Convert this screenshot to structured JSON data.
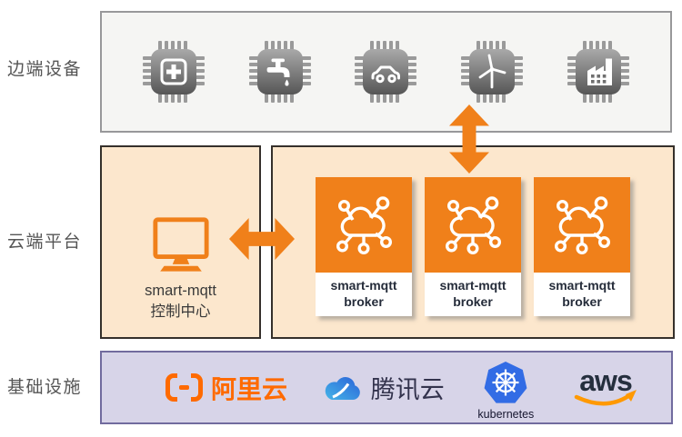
{
  "layers": [
    {
      "id": "edge",
      "label": "边端设备"
    },
    {
      "id": "cloud",
      "label": "云端平台"
    },
    {
      "id": "infra",
      "label": "基础设施"
    }
  ],
  "edge": {
    "devices": [
      {
        "icon": "medical-chip-icon"
      },
      {
        "icon": "water-chip-icon"
      },
      {
        "icon": "car-chip-icon"
      },
      {
        "icon": "wind-turbine-chip-icon"
      },
      {
        "icon": "factory-chip-icon"
      }
    ]
  },
  "cloud": {
    "control_center": {
      "icon": "monitor-icon",
      "line1": "smart-mqtt",
      "line2": "控制中心"
    },
    "brokers": [
      {
        "icon": "cloud-network-icon",
        "line1": "smart-mqtt",
        "line2": "broker"
      },
      {
        "icon": "cloud-network-icon",
        "line1": "smart-mqtt",
        "line2": "broker"
      },
      {
        "icon": "cloud-network-icon",
        "line1": "smart-mqtt",
        "line2": "broker"
      }
    ]
  },
  "infra": {
    "providers": [
      {
        "name": "阿里云",
        "icon": "alibaba-cloud-logo"
      },
      {
        "name": "腾讯云",
        "icon": "tencent-cloud-logo"
      },
      {
        "name": "kubernetes",
        "icon": "kubernetes-logo"
      },
      {
        "name": "aws",
        "icon": "aws-logo"
      }
    ]
  },
  "colors": {
    "accent_orange": "#F0801A",
    "edge_box_bg": "#F5F5F3",
    "cloud_box_bg": "#FCE7CD",
    "cloud_box_border": "#35302B",
    "infra_box_bg": "#D7D4E8",
    "infra_box_border": "#716B9E",
    "alibaba_orange": "#FF6A00",
    "tencent_blue": "#2A62D8",
    "kubernetes_blue": "#326CE5",
    "aws_text": "#252F3E",
    "aws_smile": "#FF9900",
    "chip_gray": "#7A7A7A"
  }
}
